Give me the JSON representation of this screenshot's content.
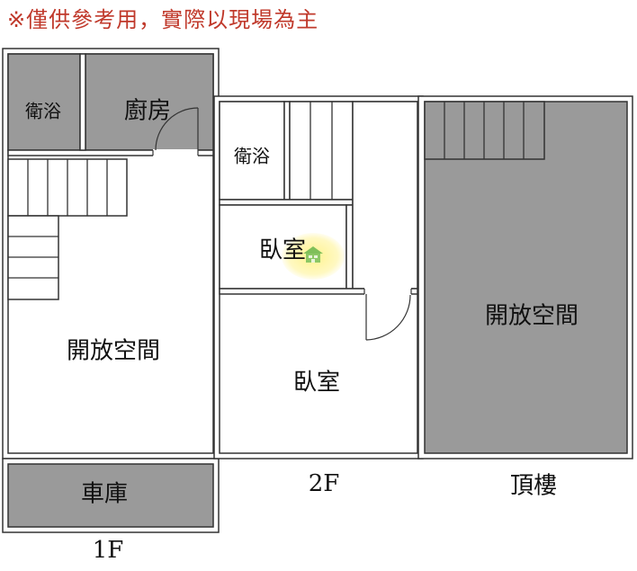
{
  "disclaimer": "※僅供參考用，實際以現場為主",
  "rooms": {
    "f1_bath": "衛浴",
    "f1_kitchen": "廚房",
    "f1_open": "開放空間",
    "f1_garage": "車庫",
    "f2_bath": "衛浴",
    "f2_bedroom_small": "臥室",
    "f2_bedroom_large": "臥室",
    "roof_open": "開放空間"
  },
  "floors": {
    "f1": "1F",
    "f2": "2F",
    "roof": "頂樓"
  },
  "colors": {
    "wall": "#333333",
    "wall_fill": "#ffffff",
    "shaded_room": "#9a9a9a",
    "disclaimer": "#c0392b",
    "watermark": "#f6e84a"
  }
}
